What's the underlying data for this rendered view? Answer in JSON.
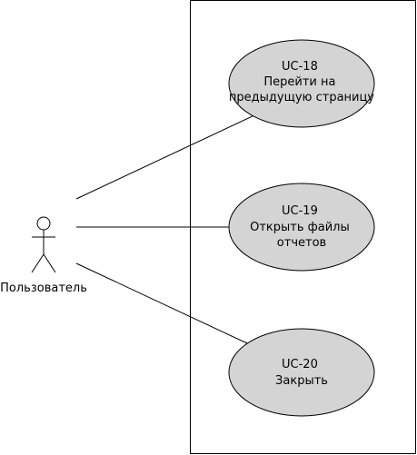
{
  "actor": {
    "label": "Пользователь"
  },
  "use_cases": [
    {
      "id": "UC-18",
      "lines": [
        "UC-18",
        "Перейти на",
        "предыдущую страницу"
      ]
    },
    {
      "id": "UC-19",
      "lines": [
        "UC-19",
        "Открыть файлы",
        "отчетов"
      ]
    },
    {
      "id": "UC-20",
      "lines": [
        "UC-20",
        "Закрыть"
      ]
    }
  ],
  "colors": {
    "ellipse_fill": "#d4d4d4",
    "stroke": "#000000",
    "background": "#ffffff"
  }
}
